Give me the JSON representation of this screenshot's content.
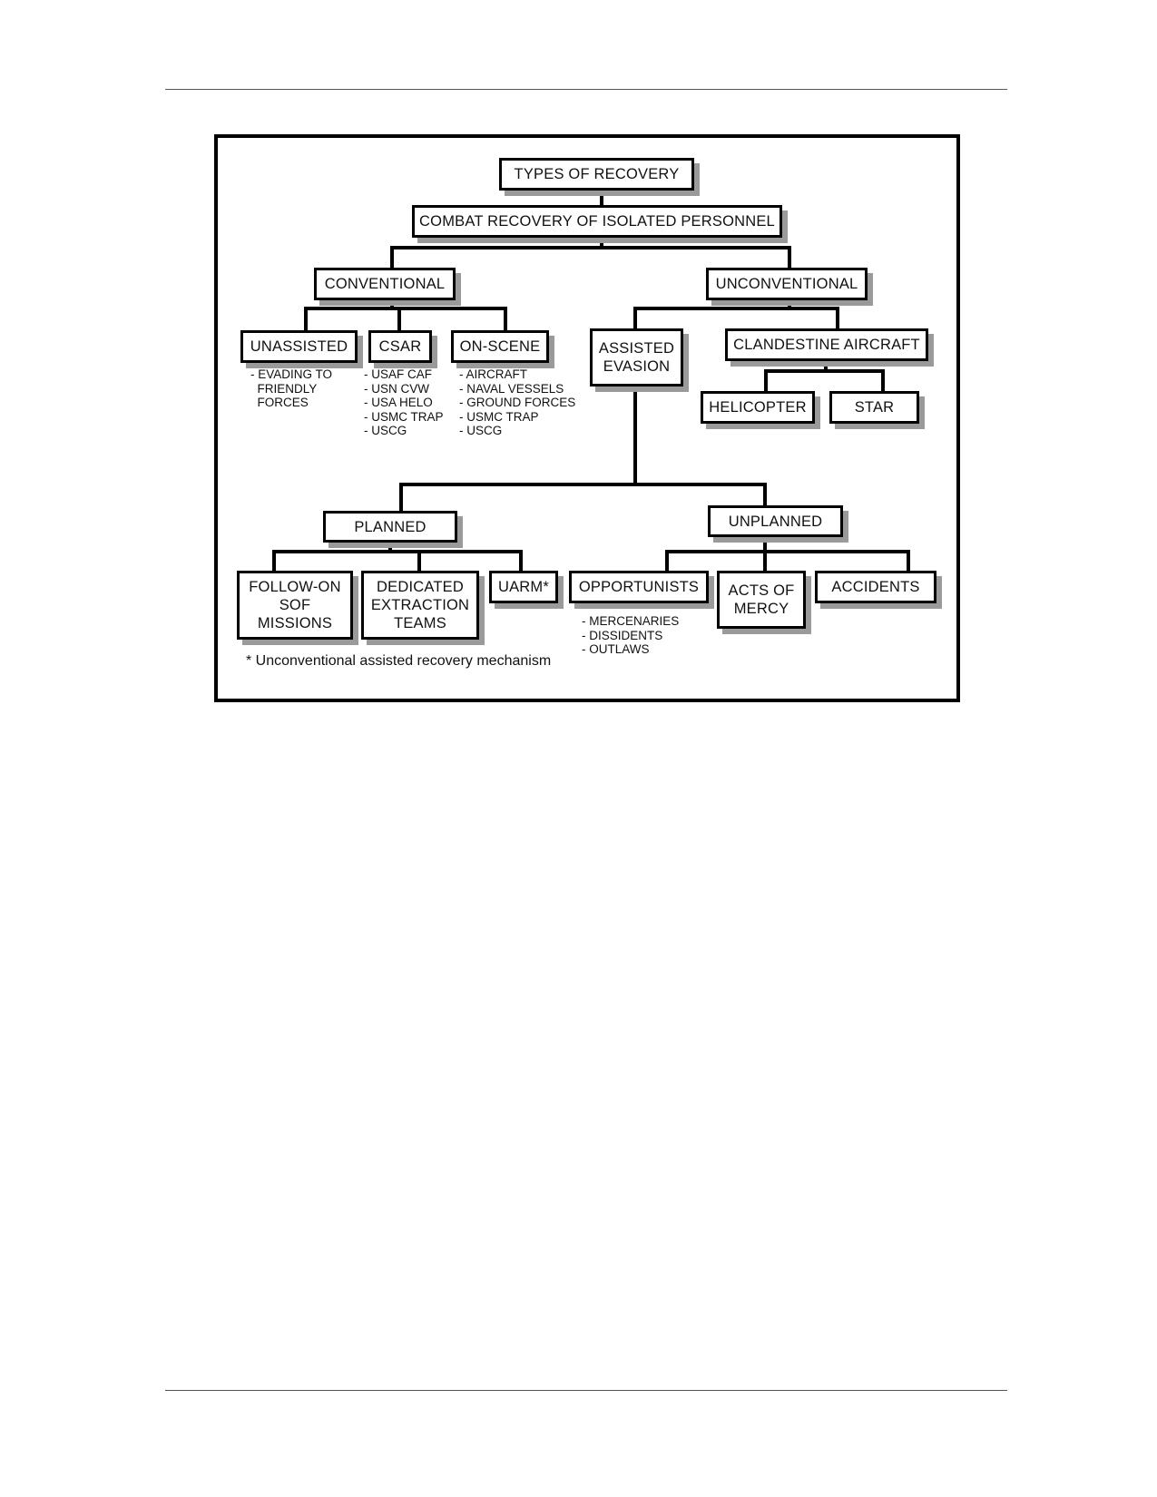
{
  "diagram": {
    "nodes": {
      "types": "TYPES OF RECOVERY",
      "combat": "COMBAT RECOVERY OF ISOLATED PERSONNEL",
      "conventional": "CONVENTIONAL",
      "unconventional": "UNCONVENTIONAL",
      "unassisted": "UNASSISTED",
      "csar": "CSAR",
      "onscene": "ON-SCENE",
      "assisted": "ASSISTED\nEVASION",
      "clandestine": "CLANDESTINE AIRCRAFT",
      "helicopter": "HELICOPTER",
      "star": "STAR",
      "planned": "PLANNED",
      "unplanned": "UNPLANNED",
      "followon": "FOLLOW-ON\nSOF\nMISSIONS",
      "dedicated": "DEDICATED\nEXTRACTION\nTEAMS",
      "uarm": "UARM*",
      "opportunists": "OPPORTUNISTS",
      "mercy": "ACTS OF\nMERCY",
      "accidents": "ACCIDENTS"
    },
    "lists": {
      "unassisted": [
        "- EVADING TO",
        "  FRIENDLY",
        "  FORCES"
      ],
      "csar": [
        "- USAF CAF",
        "- USN CVW",
        "- USA HELO",
        "- USMC TRAP",
        "- USCG"
      ],
      "onscene": [
        "- AIRCRAFT",
        "- NAVAL VESSELS",
        "- GROUND FORCES",
        "- USMC TRAP",
        "- USCG"
      ],
      "opportunists": [
        "- MERCENARIES",
        "- DISSIDENTS",
        "- OUTLAWS"
      ]
    },
    "footnote": "* Unconventional assisted recovery mechanism"
  }
}
